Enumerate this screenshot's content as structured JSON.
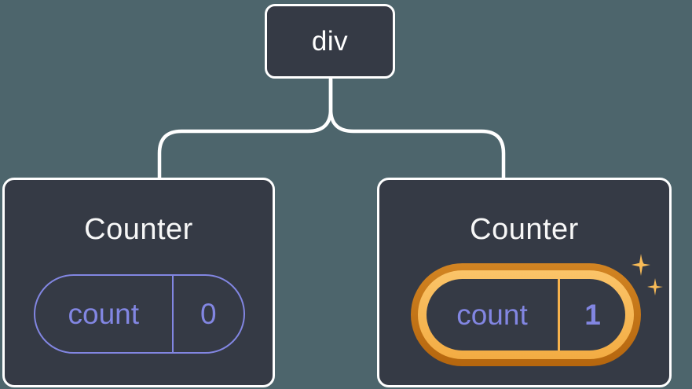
{
  "diagram": {
    "root": {
      "label": "div"
    },
    "children": [
      {
        "title": "Counter",
        "state": {
          "key": "count",
          "value": "0"
        },
        "highlighted": false
      },
      {
        "title": "Counter",
        "state": {
          "key": "count",
          "value": "1"
        },
        "highlighted": true
      }
    ]
  },
  "colors": {
    "background": "#4d656c",
    "node_fill": "#353a45",
    "node_border": "#ffffff",
    "connector": "#ffffff",
    "state_accent": "#8286e2",
    "highlight_outer": "#c9790f",
    "highlight_inner": "#f8ba55",
    "sparkle": "#f8bb57",
    "title_text": "#f7f7f7"
  },
  "icons": {
    "sparkles": "sparkles-icon"
  }
}
